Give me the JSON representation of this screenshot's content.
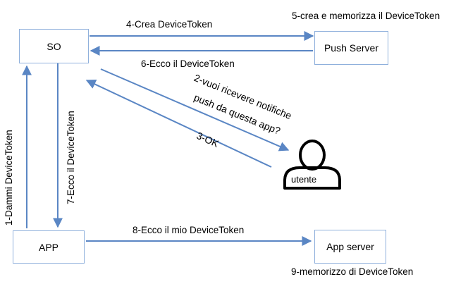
{
  "nodes": {
    "so": "SO",
    "push_server": "Push Server",
    "app": "APP",
    "app_server": "App server",
    "user": "utente"
  },
  "steps": {
    "s1": "1-Dammi DeviceToken",
    "s2_line1": "2-vuoi ricevere notifiche",
    "s2_line2": "push da questa app?",
    "s3": "3-OK",
    "s4": "4-Crea DeviceToken",
    "s5": "5-crea e memorizza il DeviceToken",
    "s6": "6-Ecco il DeviceToken",
    "s7": "7-Ecco il DeviceToken",
    "s8": "8-Ecco il mio DeviceToken",
    "s9": "9-memorizzo di DeviceToken"
  },
  "colors": {
    "arrow": "#5a86c4",
    "box_border": "#8fb0dc"
  }
}
